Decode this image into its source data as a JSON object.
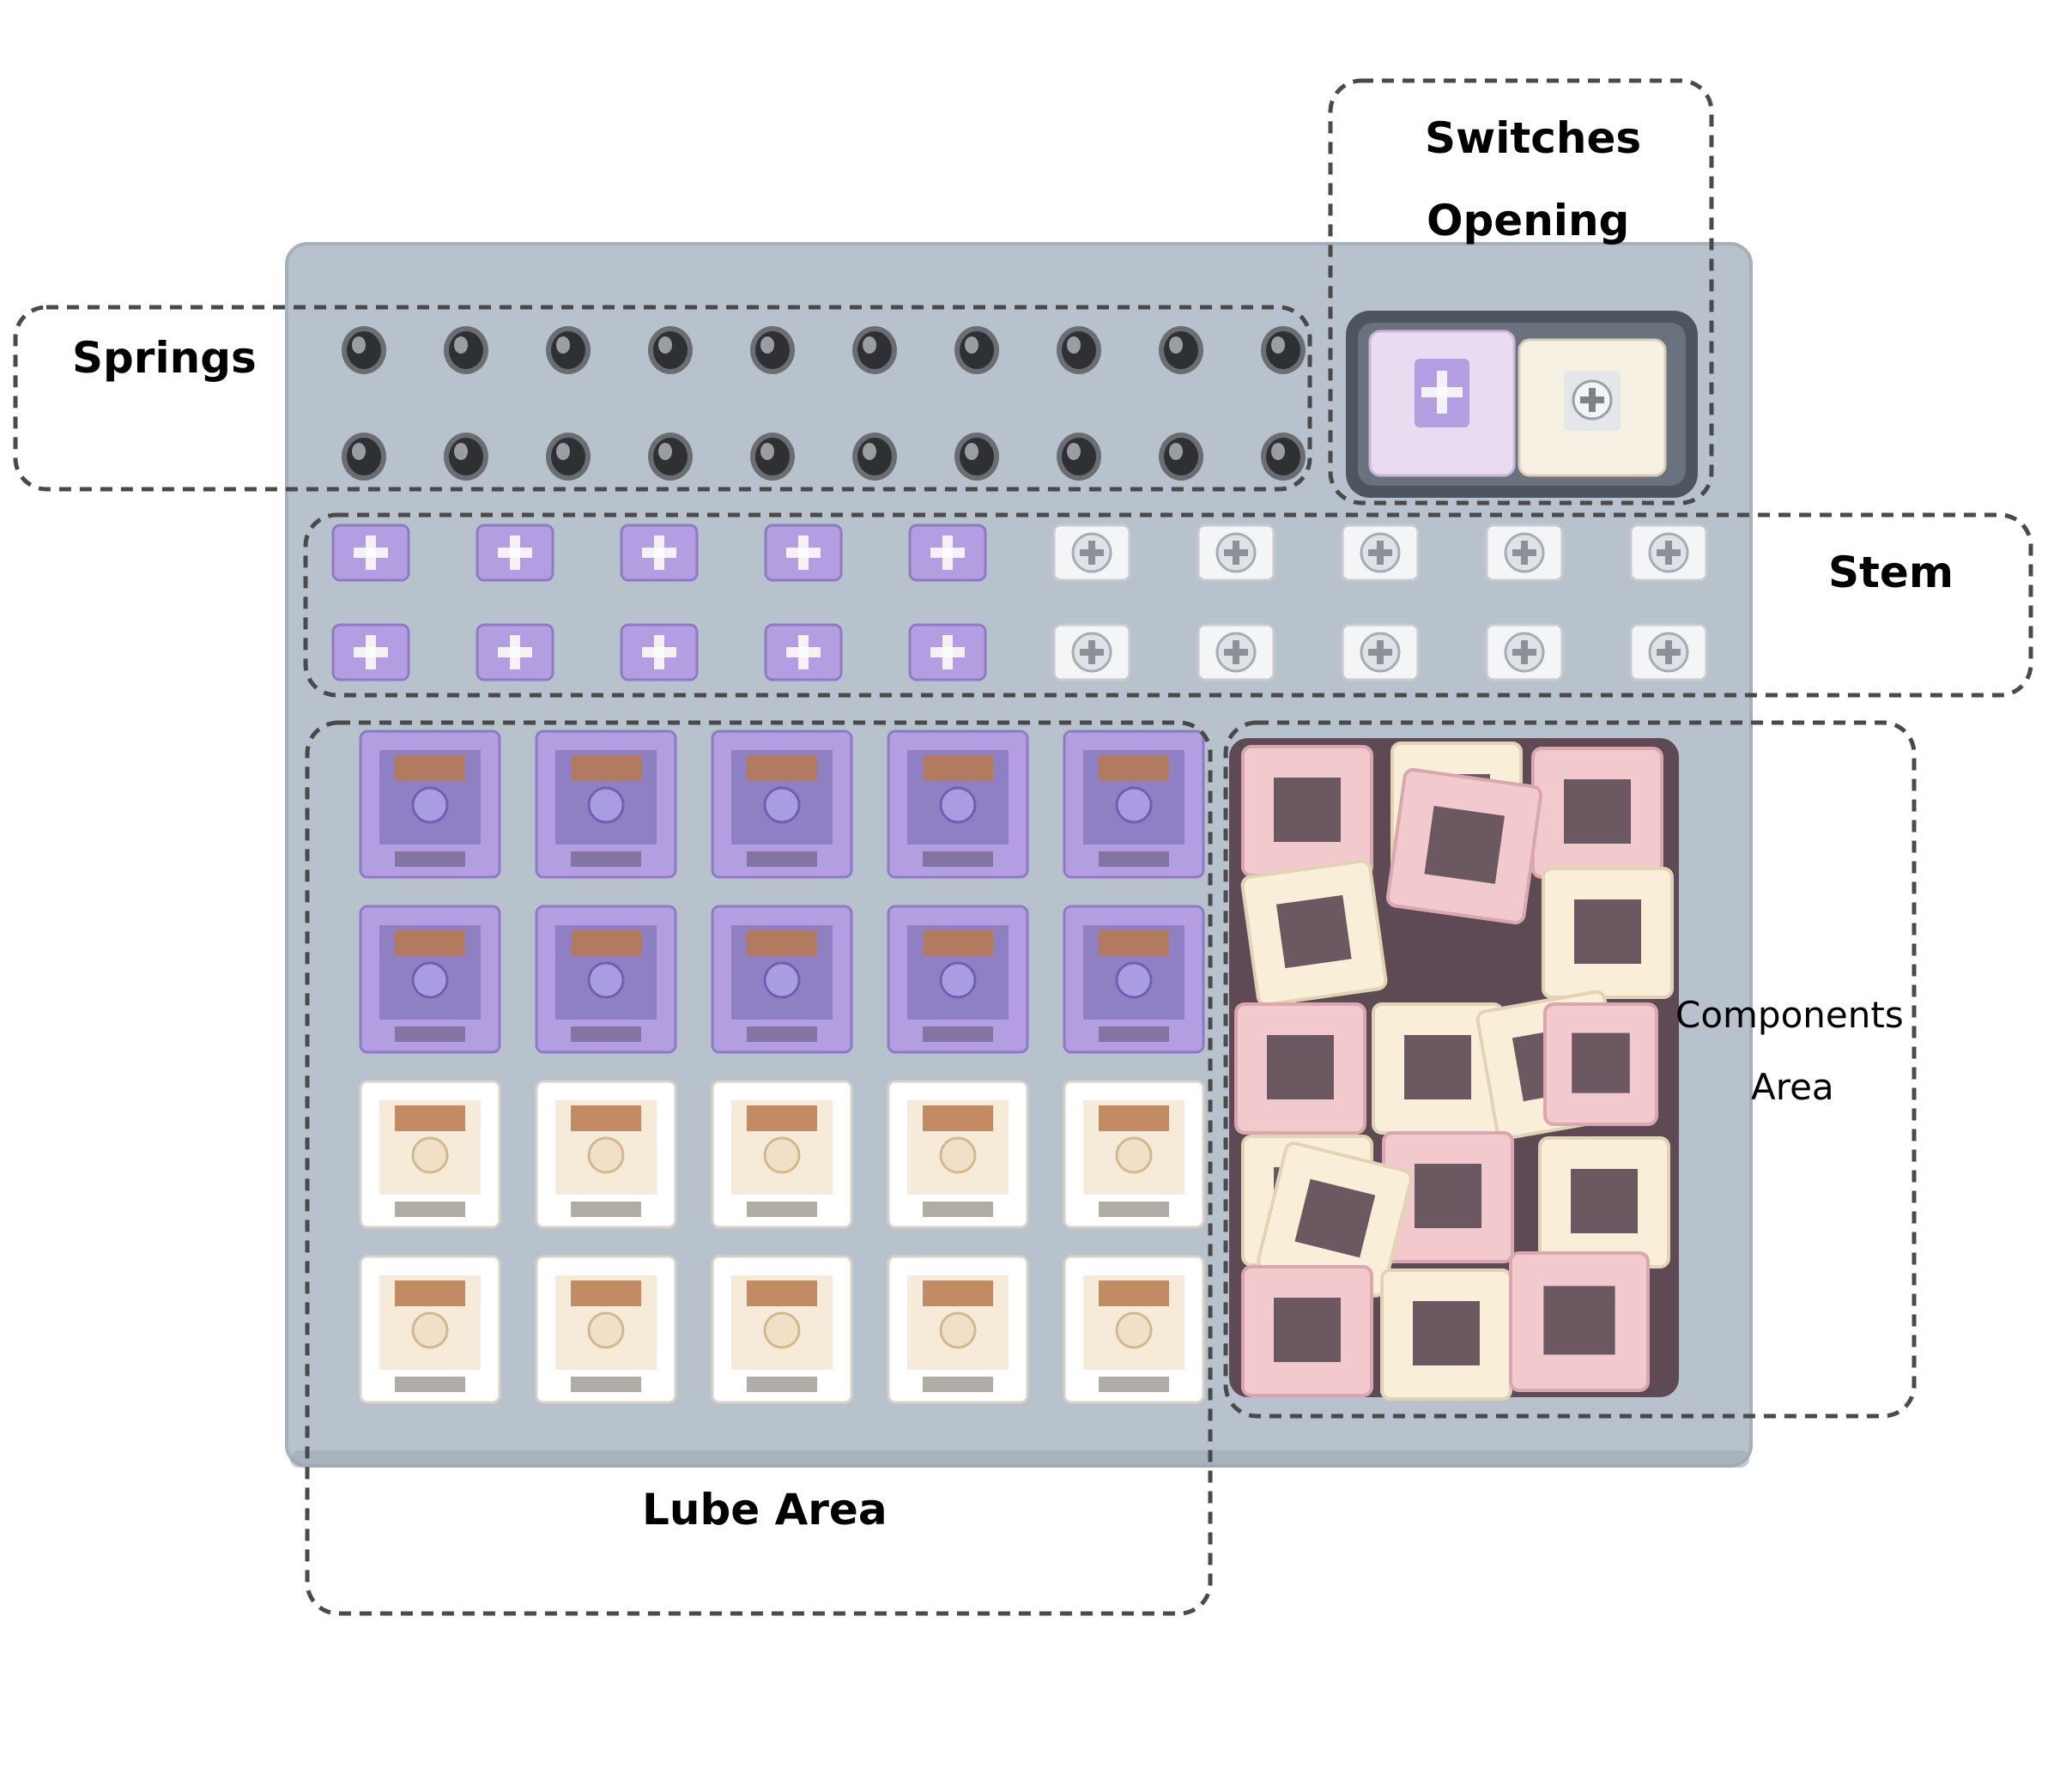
{
  "labels": {
    "switches_line1": "Switches",
    "switches_line2": "Opening",
    "springs": "Springs",
    "stem": "Stem",
    "components_line1": "Components",
    "components_line2": "Area",
    "lube_area": "Lube Area"
  },
  "counts": {
    "springs": 20,
    "stems_purple": 10,
    "stems_white": 10,
    "lube_purple_switches": 10,
    "lube_cream_switches": 10,
    "switches_in_opening": 2
  },
  "colors": {
    "tray": "#b8c2cd",
    "tray_edge": "#a6b0bb",
    "purple": "#b29ee0",
    "purple_dark": "#8e7bc8",
    "cream": "#f6ead9",
    "pink": "#f2c9cd",
    "white_part": "#f4f5f7",
    "spring": "#6a6e73",
    "dash": "#4a4a4a"
  }
}
